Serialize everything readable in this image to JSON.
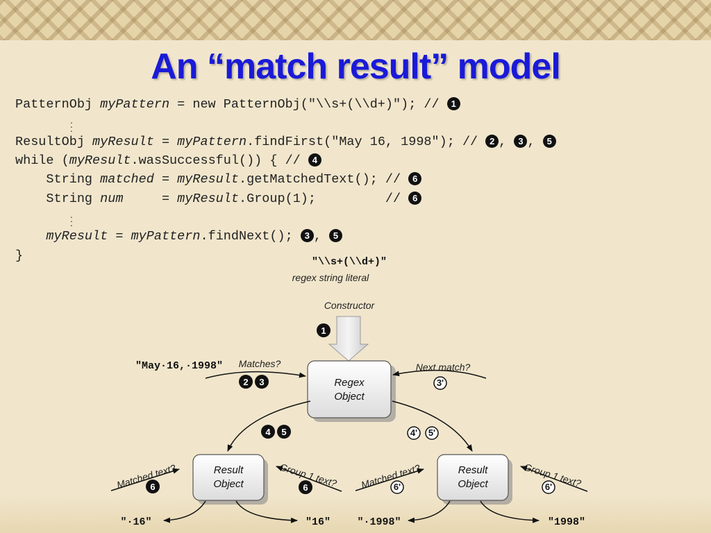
{
  "slide": {
    "title": "An “match result” model"
  },
  "code": {
    "line1": {
      "a": "PatternObj ",
      "b": "myPattern",
      "c": " = new PatternObj(\"\\\\s+(\\\\d+)\"); // ",
      "n": "1"
    },
    "line2": {
      "a": "ResultObj ",
      "b": "myResult",
      "c": " = ",
      "d": "myPattern",
      "e": ".findFirst(\"May 16, 1998\"); // ",
      "n1": "2",
      "n2": "3",
      "n3": "5"
    },
    "line3": {
      "a": "while (",
      "b": "myResult",
      "c": ".wasSuccessful()) { // ",
      "n": "4"
    },
    "line4": {
      "a": "    String ",
      "b": "matched",
      "c": " = ",
      "d": "myResult",
      "e": ".getMatchedText(); // ",
      "n": "6"
    },
    "line5": {
      "a": "    String ",
      "b": "num",
      "c": "     = ",
      "d": "myResult",
      "e": ".Group(1);         // ",
      "n": "6"
    },
    "line6": {
      "a": "    ",
      "b": "myResult",
      "c": " = ",
      "d": "myPattern",
      "e": ".findNext(); ",
      "n1": "3",
      "n2": "5"
    },
    "line7": {
      "a": "}"
    }
  },
  "diagram": {
    "regex_literal": "\"\\\\s+(\\\\d+)\"",
    "regex_literal_caption": "regex string literal",
    "constructor_label": "Constructor",
    "constructor_step": "1",
    "input_string": "\"May·16,·1998\"",
    "matches_label": "Matches?",
    "matches_steps": [
      "2",
      "3"
    ],
    "next_match_label": "Next match?",
    "next_match_step": "3'",
    "regex_box": {
      "line1": "Regex",
      "line2": "Object"
    },
    "left_branch_steps": [
      "4",
      "5"
    ],
    "right_branch_steps": [
      "4'",
      "5'"
    ],
    "result_left": {
      "line1": "Result",
      "line2": "Object"
    },
    "result_right": {
      "line1": "Result",
      "line2": "Object"
    },
    "matched_text_label": "Matched text?",
    "group1_label": "Group 1 text?",
    "left_matched_step": "6",
    "left_group_step": "6",
    "right_matched_step": "6'",
    "right_group_step": "6'",
    "out_left_matched": "\"·16\"",
    "out_left_group": "\"16\"",
    "out_right_matched": "\"·1998\"",
    "out_right_group": "\"1998\""
  },
  "colors": {
    "title": "#1a1ad8",
    "background": "#f1e6cc"
  }
}
